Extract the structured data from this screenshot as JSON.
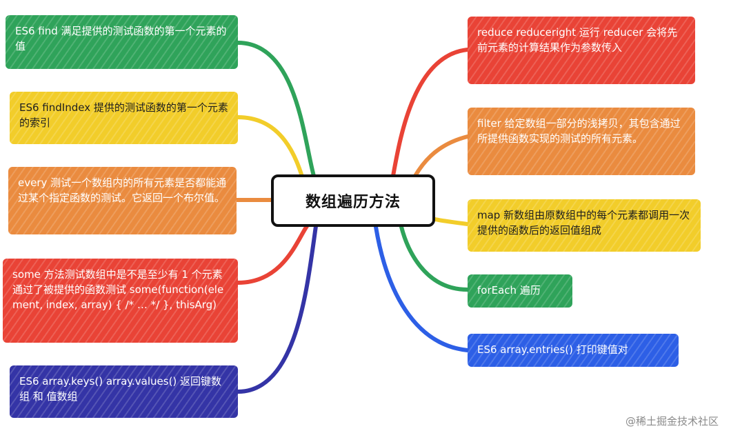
{
  "center": {
    "label": "数组遍历方法"
  },
  "watermark": "@稀土掘金技术社区",
  "colors": {
    "green": "#2fa35a",
    "yellow": "#f2cd2a",
    "orange": "#ea8b3f",
    "red": "#e94336",
    "navy": "#3434a6",
    "blue": "#2d5fe6"
  },
  "left_nodes": [
    {
      "text": "ES6 find 满足提供的测试函数的第一个元素的值",
      "color": "green"
    },
    {
      "text": "ES6 findIndex 提供的测试函数的第一个元素的索引",
      "color": "yellow"
    },
    {
      "text": "every 测试一个数组内的所有元素是否都能通过某个指定函数的测试。它返回一个布尔值。",
      "color": "orange"
    },
    {
      "text": "some  方法测试数组中是不是至少有 1 个元素通过了被提供的函数测试 some(function(element, index, array) { /* … */ }, thisArg)",
      "color": "red"
    },
    {
      "text": "ES6 array.keys() array.values() 返回键数组 和 值数组",
      "color": "navy"
    }
  ],
  "right_nodes": [
    {
      "text": "reduce reduceright 运行 reducer 会将先前元素的计算结果作为参数传入",
      "color": "red"
    },
    {
      "text": "filter 给定数组一部分的浅拷贝，其包含通过所提供函数实现的测试的所有元素。",
      "color": "orange"
    },
    {
      "text": "map 新数组由原数组中的每个元素都调用一次提供的函数后的返回值组成",
      "color": "yellow"
    },
    {
      "text": "forEach 遍历",
      "color": "green"
    },
    {
      "text": "ES6  array.entries() 打印键值对",
      "color": "blue"
    }
  ]
}
